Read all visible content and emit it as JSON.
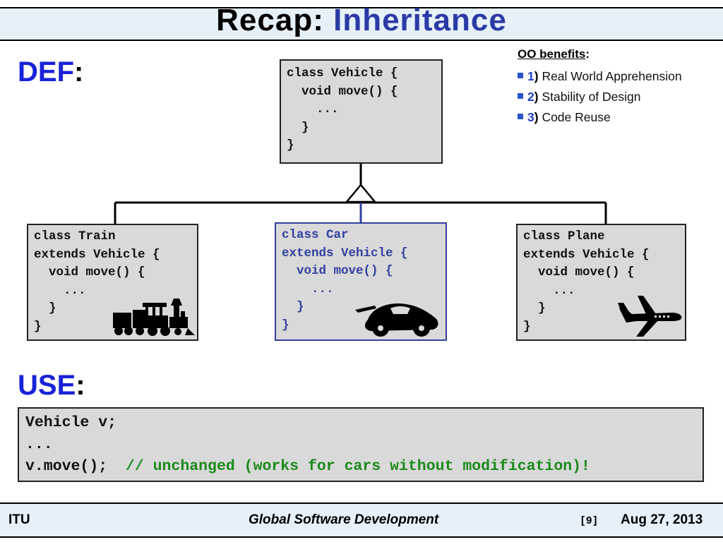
{
  "title": {
    "prefix": "Recap:",
    "highlight": "Inheritance"
  },
  "def_heading": {
    "word": "DEF",
    "colon": ":"
  },
  "use_heading": {
    "word": "USE",
    "colon": ":"
  },
  "benefits": {
    "title": "OO benefits",
    "title_colon": ":",
    "items": [
      {
        "number": "1",
        "paren": ")",
        "text": "Real World Apprehension"
      },
      {
        "number": "2",
        "paren": ")",
        "text": "Stability of Design"
      },
      {
        "number": "3",
        "paren": ")",
        "text": "Code Reuse"
      }
    ]
  },
  "vehicle_class": {
    "lines": [
      "class Vehicle {",
      "  void move() {",
      "    ...",
      "  }",
      "}"
    ]
  },
  "train_class": {
    "lines": [
      "class Train",
      "extends Vehicle {",
      "  void move() {",
      "    ...",
      "  }",
      "}"
    ],
    "icon": "train-icon"
  },
  "car_class": {
    "lines": [
      "class Car",
      "extends Vehicle {",
      "  void move() {",
      "    ...",
      "  }",
      "}"
    ],
    "icon": "car-icon",
    "accent": "#3240a0"
  },
  "plane_class": {
    "lines": [
      "class Plane",
      "extends Vehicle {",
      "  void move() {",
      "    ...",
      "  }",
      "}"
    ],
    "icon": "plane-icon"
  },
  "use_code": {
    "line1": "Vehicle v;",
    "line2": "...",
    "line3_code": "v.move();",
    "line3_comment": "// unchanged (works for cars without modification)!"
  },
  "footer": {
    "org": "ITU",
    "course": "Global Software Development",
    "page": "[9]",
    "date": "Aug 27, 2013"
  },
  "colors": {
    "heading_blue": "#1822d8",
    "title_blue": "#2b3aa6",
    "comment_green": "#1a8a1a",
    "box_gray": "#d9d9d9"
  }
}
